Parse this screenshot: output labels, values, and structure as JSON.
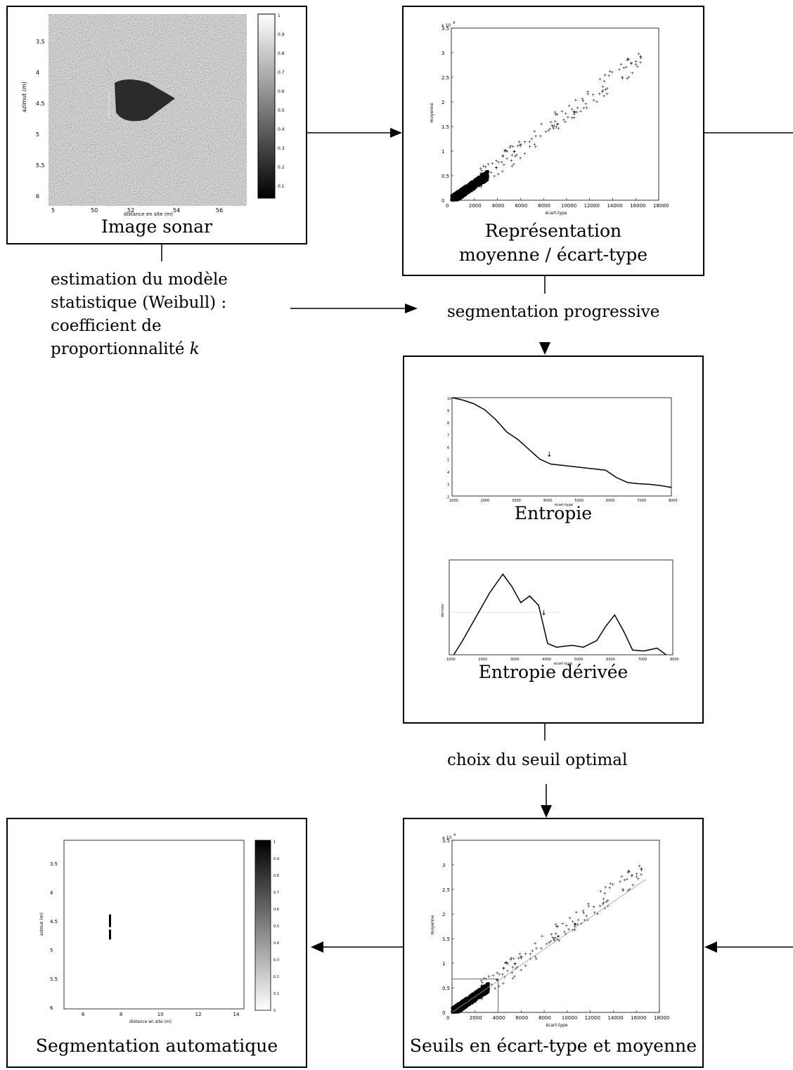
{
  "captions": {
    "sonar": "Image sonar",
    "repr_line1": "Représentation",
    "repr_line2": "moyenne / écart-type",
    "entropie": "Entropie",
    "entropie_derivee": "Entropie dérivée",
    "seuils": "Seuils en écart-type et moyenne",
    "segmentation": "Segmentation automatique"
  },
  "labels": {
    "estimation_lines": [
      "estimation du modèle",
      "statistique (Weibull) :",
      "coefficient de",
      "proportionnalité "
    ],
    "estimation_k": "k",
    "segmentation_progressive": "segmentation progressive",
    "choix_seuil": "choix du seuil optimal"
  },
  "sonar_image": {
    "y_ticks": [
      "3.5",
      "4",
      "4.5",
      "5",
      "5.5",
      "6"
    ],
    "x_ticks": [
      "5",
      "50",
      "52",
      "54",
      "56"
    ],
    "colorbar_ticks": [
      "1",
      "0.9",
      "0.8",
      "0.7",
      "0.6",
      "0.5",
      "0.4",
      "0.3",
      "0.2",
      "0.1"
    ]
  },
  "scatter": {
    "xlabel": "écart-type",
    "ylabel": "moyenne",
    "exponent": "x 10",
    "exponent_power": "4",
    "x_ticks": [
      "0",
      "2000",
      "4000",
      "6000",
      "8000",
      "10000",
      "12000",
      "14000",
      "16000",
      "18000"
    ],
    "y_ticks": [
      "0",
      "0.5",
      "1",
      "1.5",
      "2",
      "2.5",
      "3",
      "3.5"
    ]
  },
  "entropy_plot": {
    "xlabel": "écart-type",
    "x_ticks": [
      "1000",
      "2000",
      "3000",
      "4000",
      "5000",
      "6000",
      "7000",
      "8000"
    ],
    "y_ticks": [
      "10",
      "9",
      "8",
      "7",
      "6",
      "5",
      "4",
      "3",
      "2"
    ]
  },
  "derivative_plot": {
    "xlabel": "écart-type",
    "ylabel": "dérivée",
    "x_ticks": [
      "1000",
      "2000",
      "3000",
      "4000",
      "5000",
      "6000",
      "7000",
      "8000"
    ]
  },
  "segmentation_image": {
    "xlabel": "distance en site (m)",
    "ylabel": "azimut (m)",
    "x_ticks": [
      "6",
      "8",
      "10",
      "12",
      "14"
    ],
    "y_ticks": [
      "3.5",
      "4",
      "4.5",
      "5",
      "5.5",
      "6"
    ],
    "colorbar_ticks": [
      "1",
      "0.9",
      "0.8",
      "0.7",
      "0.6",
      "0.5",
      "0.4",
      "0.3",
      "0.2",
      "0.1",
      "0"
    ]
  }
}
